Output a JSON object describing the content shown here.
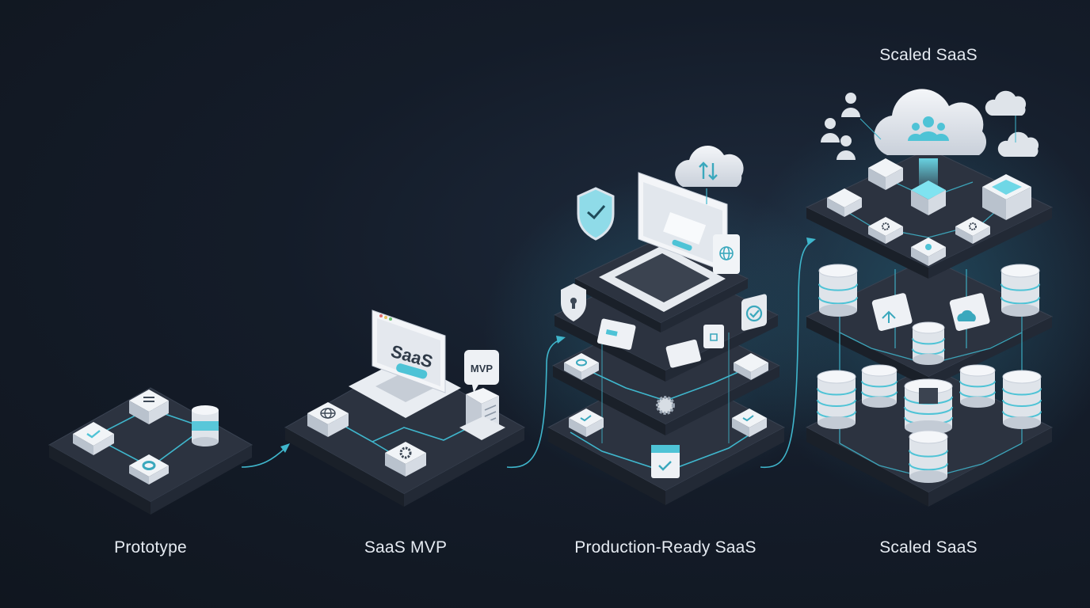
{
  "top_label": "Scaled SaaS",
  "stages": [
    {
      "label": "Prototype"
    },
    {
      "label": "SaaS MVP"
    },
    {
      "label": "Production-Ready SaaS"
    },
    {
      "label": "Scaled SaaS"
    }
  ],
  "mvp": {
    "screen_text": "SaaS",
    "bubble_text": "MVP"
  },
  "colors": {
    "background": "#141c29",
    "platform_top": "#2c3340",
    "platform_side": "#1c222c",
    "module": "#e8ecf1",
    "accent": "#4ec3d6",
    "connector": "#3fb6cc"
  },
  "icons": [
    "check-icon",
    "menu-icon",
    "database-icon",
    "circle-icon",
    "globe-icon",
    "gear-icon",
    "server-icon",
    "shield-icon",
    "lock-icon",
    "cloud-icon",
    "users-icon",
    "upload-icon",
    "laptop-icon"
  ]
}
